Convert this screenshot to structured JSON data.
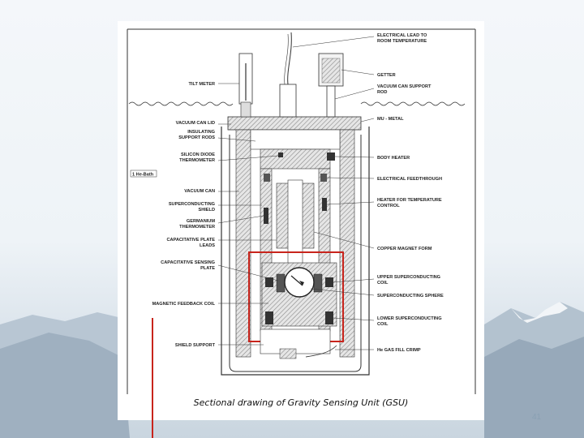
{
  "caption": "Sectional drawing of Gravity Sensing Unit (GSU)",
  "slide_number": "41",
  "colors": {
    "highlight_box": "#c8241c",
    "hatch": "#8a8a8a",
    "background_sky": "#eef3f7"
  },
  "labels_left": [
    "TILT METER",
    "VACUUM CAN LID",
    "INSULATING",
    "SUPPORT RODS",
    "SILICON DIODE",
    "THERMOMETER",
    "VACUUM CAN",
    "SUPERCONDUCTING",
    "SHIELD",
    "GERMANIUM",
    "THERMOMETER",
    "CAPACITATIVE PLATE",
    "LEADS",
    "CAPACITATIVE SENSING",
    "PLATE",
    "MAGNETIC FEEDBACK COIL",
    "SHIELD SUPPORT"
  ],
  "labels_right": [
    "ELECTRICAL LEAD TO",
    "ROOM TEMPERATURE",
    "GETTER",
    "VACUUM CAN SUPPORT",
    "ROD",
    "MU - METAL",
    "BODY HEATER",
    "ELECTRICAL FEEDTHROUGH",
    "HEATER FOR TEMPERATURE",
    "CONTROL",
    "COPPER MAGNET FORM",
    "UPPER SUPERCONDUCTING",
    "COIL",
    "SUPERCONDUCTING SPHERE",
    "LOWER SUPERCONDUCTING",
    "COIL",
    "He GAS FILL CRIMP"
  ],
  "small_label": "1 He-Bath"
}
